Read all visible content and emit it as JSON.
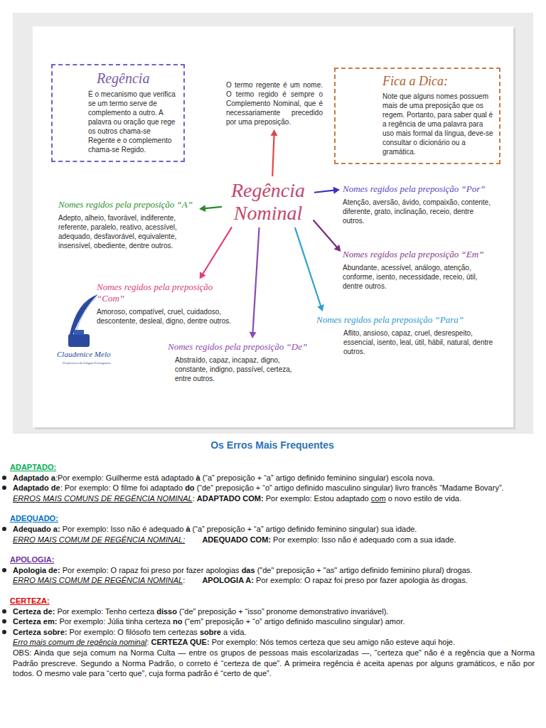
{
  "diagram": {
    "nodes": [
      {
        "text": [
          "Regência",
          "É o mecanismo que verifica se um termo serve de complemento a outro. A palavra ou oração que rege os outros chama-se Regente e o complemento chama-se Regido."
        ]
      },
      {
        "text": [
          "O termo regente é um nome. O termo regido é sempre o Complemento Nominal, que é necessariamente precedido por uma preposição."
        ]
      },
      {
        "text": [
          "Fica a Dica:",
          "Note que alguns nomes possuem mais de uma preposição que os regem. Portanto, para saber qual é a regência de uma palavra para uso mais formal da língua, deve-se consultar o dicionário ou a gramática."
        ]
      },
      {
        "text": [
          "Regência Nominal"
        ]
      },
      {
        "text": [
          "Nomes regidos pela preposição “Por”",
          "Atenção, aversão, ávido, compaixão, contente, diferente, grato, inclinação, receio, dentre outros."
        ]
      },
      {
        "text": [
          "Nomes regidos pela preposição “Em”",
          "Abundante, acessível, análogo, atenção, conforme, isento, necessidade, receio, útil, dentre outros."
        ]
      },
      {
        "text": [
          "Nomes regidos pela preposição “Para”",
          "Aflito, ansioso, capaz, cruel, desrespeito, essencial, isento, leal, útil, hábil, natural, dentre outros."
        ]
      },
      {
        "text": [
          "Nomes regidos pela preposição “De”",
          "Abstraído, capaz, incapaz, digno, constante, indigno, passível, certeza, entre outros."
        ]
      },
      {
        "text": [
          "Nomes regidos pela preposição “Com”",
          "Amoroso, compatível, cruel, cuidadoso, descontente, desleal, digno, dentre outros."
        ]
      },
      {
        "text": [
          "Nomes regidos pela preposição “A”",
          "Adepto, alheio, favorável, indiferente, referente, paralelo, reativo, acessível, adequado, desfavorável, equivalente, insensível, obediente, dentre outros."
        ]
      }
    ],
    "edges": [
      {
        "from": 3,
        "to": 1,
        "arrow": "to"
      },
      {
        "from": 3,
        "to": 4,
        "arrow": "to"
      },
      {
        "from": 3,
        "to": 5,
        "arrow": "to"
      },
      {
        "from": 3,
        "to": 6,
        "arrow": "to"
      },
      {
        "from": 3,
        "to": 7,
        "arrow": "to"
      },
      {
        "from": 3,
        "to": 8,
        "arrow": "to"
      },
      {
        "from": 3,
        "to": 9,
        "arrow": "to"
      }
    ],
    "labels": [
      "Claudenice Melo",
      "Professora de Língua Portuguesa",
      "Os Erros Mais Frequentes",
      "ADAPTADO:",
      "Adaptado a",
      ":Por exemplo: Guilherme está adaptado",
      "à",
      "(“a” preposição + “a” artigo definido feminino singular) escola nova.",
      "Adaptado de",
      ": Por exemplo: O filme foi adaptado",
      "do",
      "(“de” preposição + “o” artigo definido masculino singular) livro francês “Madame Bovary”.",
      "ERROS MAIS COMUNS DE REGÊNCIA NOMINAL",
      ":",
      "ADAPTADO COM:",
      "Por exemplo: Estou adaptado",
      "com",
      "o novo estilo de vida.",
      "ADEQUADO:",
      "Adequado a:",
      "Por exemplo: Isso não é adequado",
      "à",
      "(“a” preposição + “a” artigo definido feminino singular) sua idade.",
      "ERRO MAIS COMUM DE REGÊNCIA NOMINAL:",
      "ADEQUADO COM:",
      "Por exemplo: Isso não é adequado com a sua idade.",
      "APOLOGIA:",
      "Apologia de:",
      "Por exemplo: O rapaz foi preso por fazer apologias",
      "das",
      "(\"de\" preposição + \"as\" artigo definido feminino plural) drogas.",
      "ERRO MAIS COMUM DE REGÊNCIA NOMINAL",
      ":",
      "APOLOGIA A:",
      "Por exemplo: O rapaz foi preso por fazer apologia às drogas.",
      "CERTEZA:",
      "Certeza de:",
      "Por exemplo: Tenho certeza",
      "disso",
      "(“de” preposição + “isso” pronome demonstrativo invariável).",
      "Certeza em:",
      "Por exemplo: Júlia tinha certeza",
      "no",
      "(“em” preposição + “o” artigo definido masculino singular) amor.",
      "Certeza sobre:",
      "Por exemplo: O filósofo tem certezas",
      "sobre",
      "a vida.",
      "Erro mais comum de regência nominal",
      ":",
      "CERTEZA QUE:",
      "Por exemplo: Nós temos certeza que seu amigo não esteve aqui hoje.",
      "OBS: Ainda que seja comum na Norma Culta — entre os grupos de pessoas mais escolarizadas —, “certeza que” não é a regência que a Norma Padrão prescreve. Segundo a Norma Padrão, o correto é “certeza de que”. A primeira regência é aceita apenas por alguns gramáticos, e não por todos. O mesmo vale para “certo que”, cuja forma padrão é “certo de que”."
    ]
  }
}
